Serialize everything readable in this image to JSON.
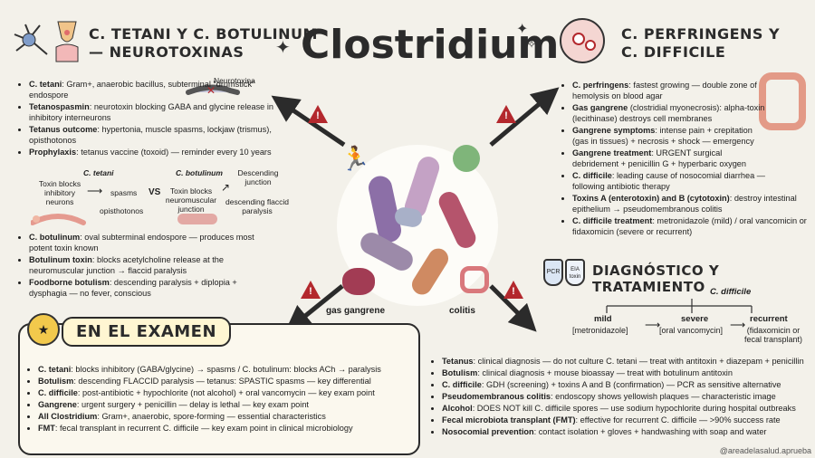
{
  "title": "Clostridium",
  "tl": {
    "title_line1": "C. TETANI Y C. BOTULINUM",
    "title_line2": "— NEUROTOXINAS",
    "neurotoxin_label": "Neurotoxina",
    "items": [
      {
        "b": "C. tetani",
        "t": ": Gram+, anaerobic bacillus, subterminal \"drumstick\" endospore"
      },
      {
        "b": "Tetanospasmin",
        "t": ": neurotoxin blocking GABA and glycine release in inhibitory interneurons"
      },
      {
        "b": "Tetanus outcome",
        "t": ": hypertonia, muscle spasms, lockjaw (trismus), opisthotonos"
      },
      {
        "b": "Prophylaxis",
        "t": ": tetanus vaccine (toxoid) — reminder every 10 years"
      }
    ],
    "diagram": {
      "tetani_title": "C. tetani",
      "tetani_cause": "Toxin blocks inhibitory neurons",
      "tetani_effect": "spasms",
      "tetani_result": "opisthotonos",
      "vs": "VS",
      "botulinum_title": "C. botulinum",
      "botulinum_cause": "Toxin blocks neuromuscular junction",
      "botulinum_effect": "Descending junction",
      "botulinum_result": "descending flaccid paralysis"
    },
    "items2": [
      {
        "b": "C. botulinum",
        "t": ": oval subterminal endospore — produces most potent toxin known"
      },
      {
        "b": "Botulinum toxin",
        "t": ": blocks acetylcholine release at the neuromuscular junction → flaccid paralysis"
      },
      {
        "b": "Foodborne botulism",
        "t": ": descending paralysis + diplopia + dysphagia — no fever, conscious"
      }
    ]
  },
  "tr": {
    "title_line1": "C. PERFRINGENS Y",
    "title_line2": "C. DIFFICILE",
    "items": [
      {
        "b": "C. perfringens",
        "t": ": fastest growing — double zone of hemolysis on blood agar"
      },
      {
        "b": "Gas gangrene",
        "t": " (clostridial myonecrosis): alpha-toxin (lecithinase) destroys cell membranes"
      },
      {
        "b": "Gangrene symptoms",
        "t": ": intense pain + crepitation (gas in tissues) + necrosis + shock — emergency"
      },
      {
        "b": "Gangrene treatment",
        "t": ": URGENT surgical debridement + penicillin G + hyperbaric oxygen"
      },
      {
        "b": "C. difficile",
        "t": ": leading cause of nosocomial diarrhea — following antibiotic therapy"
      },
      {
        "b": "Toxins A (enterotoxin) and B (cytotoxin)",
        "t": ": destroy intestinal epithelium → pseudomembranous colitis"
      },
      {
        "b": "C. difficile treatment",
        "t": ": metronidazole (mild) / oral vancomicin or fidaxomicin (severe or recurrent)"
      }
    ]
  },
  "center": {
    "label_left": "gas gangrene",
    "label_right": "colitis"
  },
  "br": {
    "title": "DIAGNÓSTICO Y TRATAMIENTO",
    "pcr": "PCR",
    "eia": "EIA toxin",
    "tree_root": "C. difficile",
    "tree": [
      {
        "level": "mild",
        "rx": "[metronidazole]"
      },
      {
        "level": "severe",
        "rx": "[oral vancomycin]"
      },
      {
        "level": "recurrent",
        "rx": "(fidaxomicin or fecal transplant)"
      }
    ],
    "items": [
      {
        "b": "Tetanus",
        "t": ": clinical diagnosis — do not culture C. tetani — treat with antitoxin + diazepam + penicillin"
      },
      {
        "b": "Botulism",
        "t": ": clinical diagnosis + mouse bioassay — treat with botulinum antitoxin"
      },
      {
        "b": "C. difficile",
        "t": ": GDH (screening) + toxins A and B (confirmation) — PCR as sensitive alternative"
      },
      {
        "b": "Pseudomembranous colitis",
        "t": ": endoscopy shows yellowish plaques — characteristic image"
      },
      {
        "b": "Alcohol",
        "t": ": DOES NOT kill C. difficile spores — use sodium hypochlorite during hospital outbreaks"
      },
      {
        "b": "Fecal microbiota transplant (FMT)",
        "t": ": effective for recurrent C. difficile — >90% success rate"
      },
      {
        "b": "Nosocomial prevention",
        "t": ": contact isolation + gloves + handwashing with soap and water"
      }
    ]
  },
  "exam": {
    "label": "EN EL EXAMEN",
    "items": [
      {
        "b": "C. tetani",
        "t": ": blocks inhibitory (GABA/glycine) → spasms / C. botulinum: blocks ACh → paralysis"
      },
      {
        "b": "Botulism",
        "t": ": descending FLACCID paralysis — tetanus: SPASTIC spasms — key differential"
      },
      {
        "b": "C. difficile",
        "t": ": post-antibiotic + hypochlorite (not alcohol) + oral vancomycin — key exam point"
      },
      {
        "b": "Gangrene",
        "t": ": urgent surgery + penicillin — delay is lethal — key exam point"
      },
      {
        "b": "All Clostridium",
        "t": ": Gram+, anaerobic, spore-forming — essential characteristics"
      },
      {
        "b": "FMT",
        "t": ": fecal transplant in recurrent C. difficile — key exam point in clinical microbiology"
      }
    ]
  },
  "credit": "@areadelasalud.aprueba",
  "colors": {
    "bg": "#f3f1ea",
    "accent": "#b3282d",
    "ink": "#2b2b2b"
  }
}
